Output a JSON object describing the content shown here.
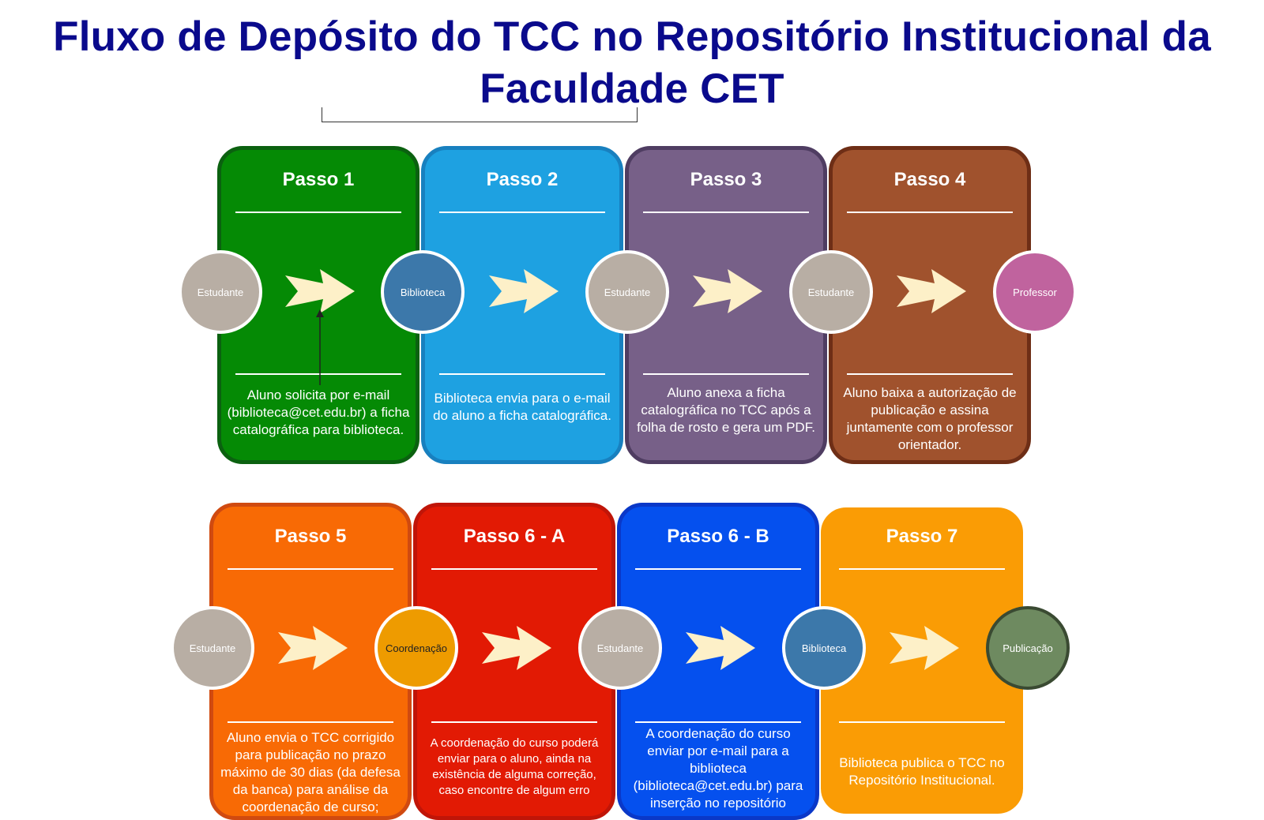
{
  "title": "Fluxo de Depósito do TCC no Repositório Institucional da Faculdade CET",
  "colors": {
    "title": "#0a0a8c",
    "neutral_circle": "#b8aea4",
    "blue_circle": "#3c78aa",
    "pink_circle": "#c0639e",
    "orange_circle": "#ee9b00",
    "green_circle": "#6e8a60",
    "arrow": "#fdf0c8"
  },
  "row1": {
    "steps": [
      {
        "title": "Passo 1",
        "text": "Aluno solicita por e-mail (biblioteca@cet.edu.br)  a ficha catalográfica para biblioteca.",
        "fill": "#058a05",
        "border": "#0b6110"
      },
      {
        "title": "Passo 2",
        "text": "Biblioteca envia para o e-mail do  aluno a ficha catalográfica.",
        "fill": "#1ea1e1",
        "border": "#1880bf"
      },
      {
        "title": "Passo 3",
        "text": "Aluno anexa a ficha catalográfica no TCC após a folha de rosto e gera um PDF.",
        "fill": "#776088",
        "border": "#4f3d62"
      },
      {
        "title": "Passo 4",
        "text": "Aluno baixa a autorização de publicação e assina juntamente com o professor orientador.",
        "fill": "#a0522d",
        "border": "#6e2e16"
      }
    ],
    "nodes": [
      {
        "label": "Estudante",
        "color": "#b8aea4"
      },
      {
        "label": "Biblioteca",
        "color": "#3c78aa"
      },
      {
        "label": "Estudante",
        "color": "#b8aea4"
      },
      {
        "label": "Estudante",
        "color": "#b8aea4"
      },
      {
        "label": "Professor",
        "color": "#c0639e"
      }
    ]
  },
  "row2": {
    "steps": [
      {
        "title": "Passo 5",
        "text": "Aluno envia o TCC corrigido para publicação no prazo máximo de 30 dias (da defesa da banca) para análise da coordenação de curso;",
        "fill": "#f86a05",
        "border": "#d04a10"
      },
      {
        "title": "Passo 6 - A",
        "text": "A coordenação do curso poderá  enviar para o aluno, ainda na existência de alguma correção, caso encontre de algum erro",
        "fill": "#e21a04",
        "border": "#c01508"
      },
      {
        "title": "Passo 6 - B",
        "text": "A coordenação do curso enviar por e-mail para a biblioteca (biblioteca@cet.edu.br) para inserção no repositório",
        "fill": "#0550ee",
        "border": "#0a38c8"
      },
      {
        "title": "Passo 7",
        "text": "Biblioteca publica o TCC no Repositório Institucional.",
        "fill": "#fa9c05",
        "border": "#fa9c05"
      }
    ],
    "nodes": [
      {
        "label": "Estudante",
        "color": "#b8aea4"
      },
      {
        "label": "Coordenação",
        "color": "#ee9b00"
      },
      {
        "label": "Estudante",
        "color": "#b8aea4"
      },
      {
        "label": "Biblioteca",
        "color": "#3c78aa"
      },
      {
        "label": "Publicação",
        "color": "#6e8a60"
      }
    ]
  }
}
